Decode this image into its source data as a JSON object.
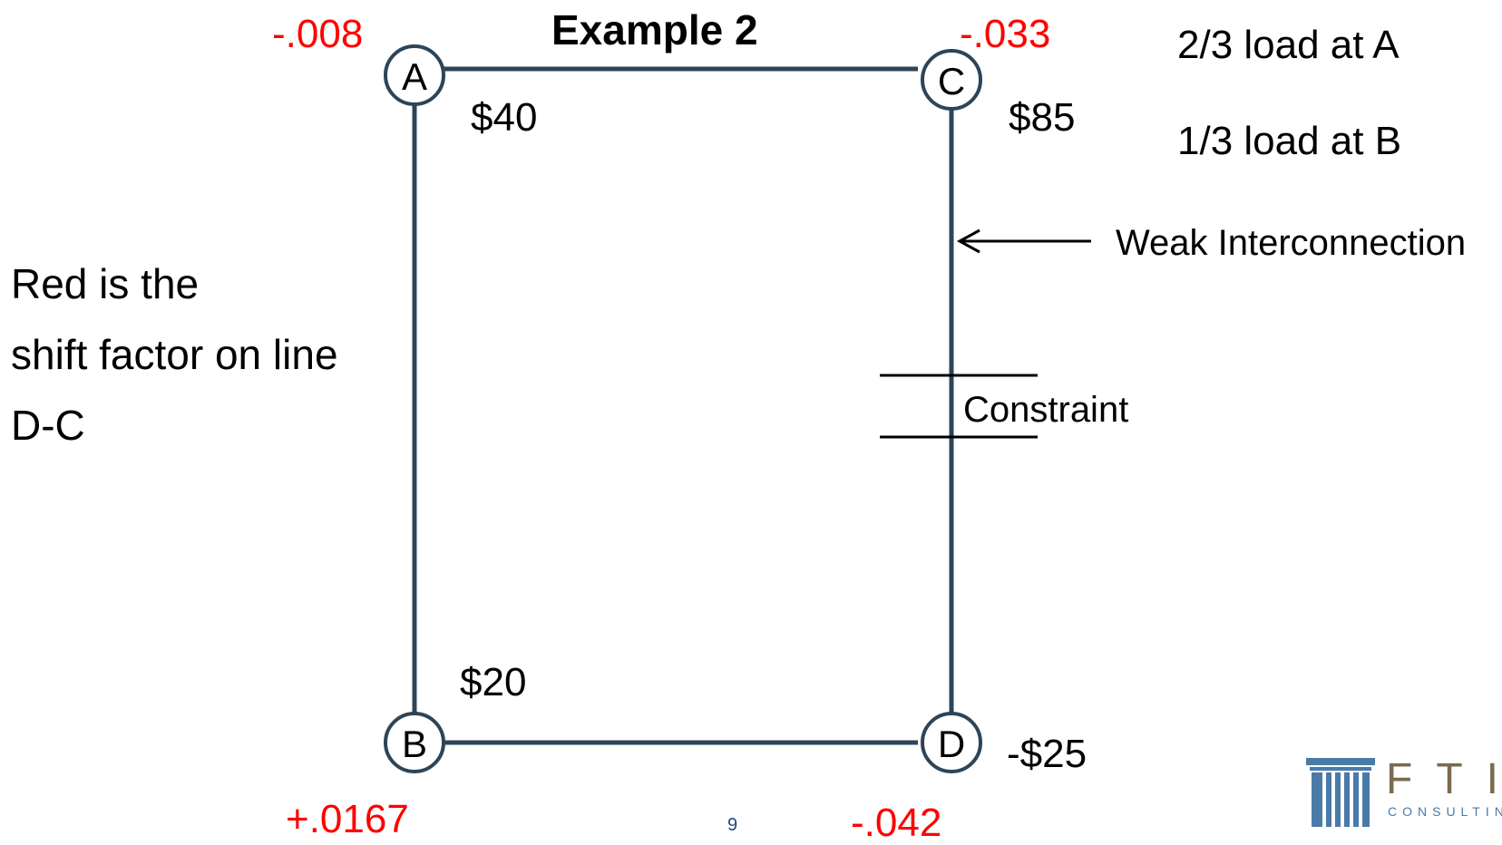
{
  "title": "Example 2",
  "nodes": {
    "A": {
      "label": "A",
      "shift_factor": "-.008",
      "price": "$40"
    },
    "B": {
      "label": "B",
      "shift_factor": "+.0167",
      "price": "$20"
    },
    "C": {
      "label": "C",
      "shift_factor": "-.033",
      "price": "$85"
    },
    "D": {
      "label": "D",
      "shift_factor": "-.042",
      "price": "-$25"
    }
  },
  "loads": [
    "2/3 load at A",
    "1/3 load at B"
  ],
  "annotations": {
    "weak_interconnection": "Weak Interconnection",
    "constraint": "Constraint"
  },
  "legend_lines": [
    "Red is the",
    "shift factor on line",
    "D-C"
  ],
  "page_number": "9",
  "logo": {
    "brand": "FTI",
    "sub": "CONSULTING"
  },
  "colors": {
    "shift_factor": "#ff0000",
    "line": "#2e4457",
    "text": "#000000",
    "logo_blue": "#4a7aa8",
    "logo_brown": "#7a6a4f"
  }
}
